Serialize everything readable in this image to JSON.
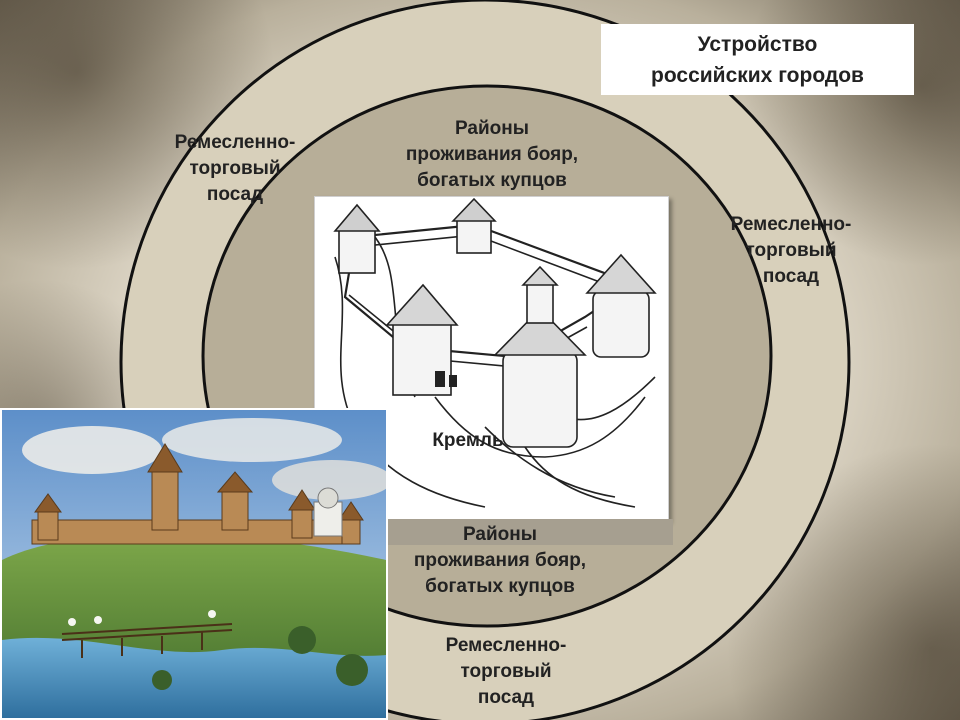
{
  "title": {
    "line1": "Устройство",
    "line2": "российских городов"
  },
  "zones": {
    "outer_left": {
      "line1": "Ремесленно-",
      "line2": "торговый",
      "line3": "посад"
    },
    "outer_right": {
      "line1": "Ремесленно-",
      "line2": "торговый",
      "line3": "посад"
    },
    "outer_bottom": {
      "line1": "Ремесленно-",
      "line2": "торговый",
      "line3": "посад"
    },
    "inner_top": {
      "line1": "Районы",
      "line2": "проживания  бояр,",
      "line3": "богатых купцов"
    },
    "inner_bottom": {
      "line1": "Районы",
      "line2": "проживания  бояр,",
      "line3": "богатых купцов"
    },
    "center": {
      "label": "Кремль"
    }
  },
  "colors": {
    "outer_ring": "#d8d0bb",
    "inner_ring": "#b7ae98",
    "ring_stroke": "#111111"
  }
}
